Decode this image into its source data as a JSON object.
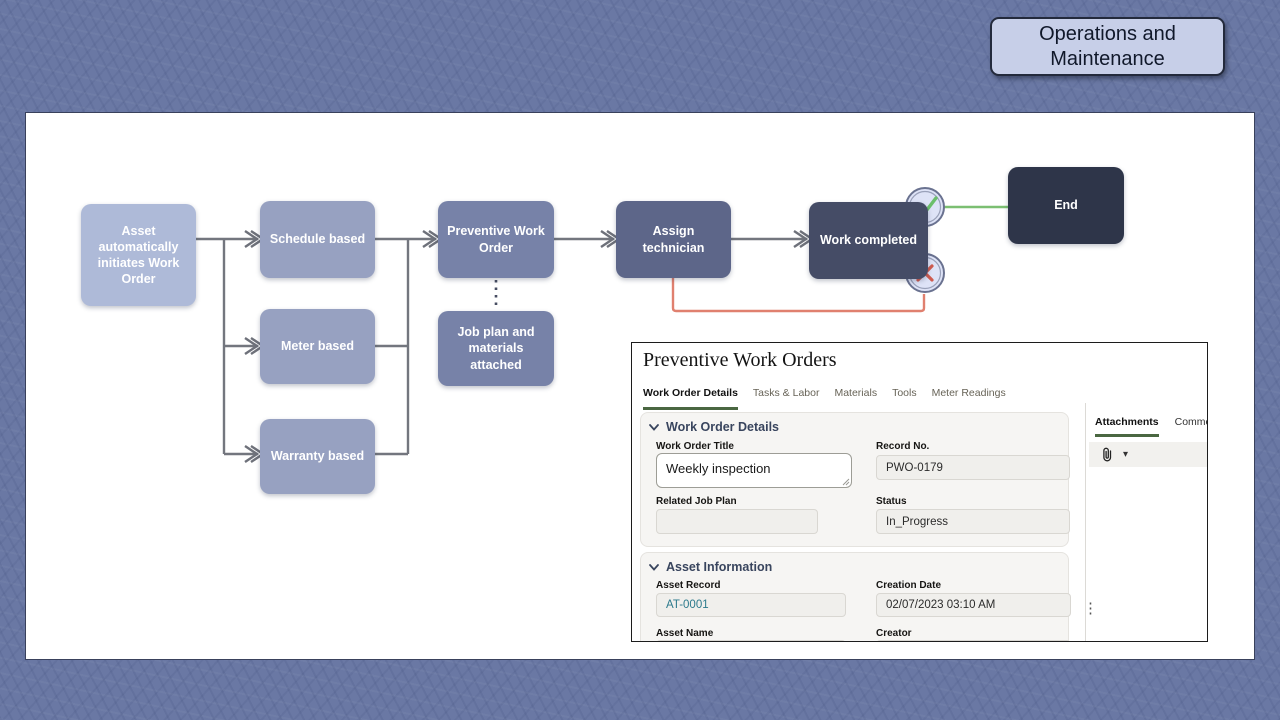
{
  "badge": {
    "title": "Operations and Maintenance"
  },
  "flowchart": {
    "nodes": {
      "asset": {
        "label": "Asset automatically initiates Work Order"
      },
      "schedule": {
        "label": "Schedule based"
      },
      "meter": {
        "label": "Meter based"
      },
      "warranty": {
        "label": "Warranty based"
      },
      "pwo": {
        "label": "Preventive Work Order"
      },
      "jobplan": {
        "label": "Job plan and materials attached"
      },
      "assign": {
        "label": "Assign technician"
      },
      "work": {
        "label": "Work completed"
      },
      "end": {
        "label": "End"
      }
    },
    "colors": {
      "node_light": "#aebad8",
      "node_medium": "#97a1c1",
      "node_mid_dark": "#7782a8",
      "node_dark": "#5d6689",
      "node_darker": "#454c66",
      "node_end": "#2e3549",
      "connector_gray": "#73767e",
      "success_green": "#6cbf6b",
      "fail_red": "#d9695b"
    }
  },
  "form": {
    "title": "Preventive Work Orders",
    "tabs": {
      "work_order_details": "Work Order Details",
      "tasks_labor": "Tasks & Labor",
      "materials": "Materials",
      "tools": "Tools",
      "meter_readings": "Meter Readings"
    },
    "active_tab": "Work Order Details",
    "section1": {
      "title": "Work Order Details",
      "work_order_title": {
        "label": "Work Order Title",
        "value": "Weekly inspection"
      },
      "record_no": {
        "label": "Record No.",
        "value": "PWO-0179"
      },
      "related_job_plan": {
        "label": "Related Job Plan",
        "value": ""
      },
      "status": {
        "label": "Status",
        "value": "In_Progress"
      }
    },
    "section2": {
      "title": "Asset Information",
      "asset_record": {
        "label": "Asset Record",
        "value": "AT-0001"
      },
      "creation_date": {
        "label": "Creation Date",
        "value": "02/07/2023 03:10 AM"
      },
      "asset_name": {
        "label": "Asset Name",
        "value": ""
      },
      "creator": {
        "label": "Creator",
        "value": ""
      }
    },
    "side_tabs": {
      "attachments": "Attachments",
      "comments": "Comments"
    },
    "accent_green": "#4a6741",
    "link_color": "#2c7a8c"
  },
  "icons": {
    "caret_down": "▾",
    "drag_handle": "⋮"
  }
}
